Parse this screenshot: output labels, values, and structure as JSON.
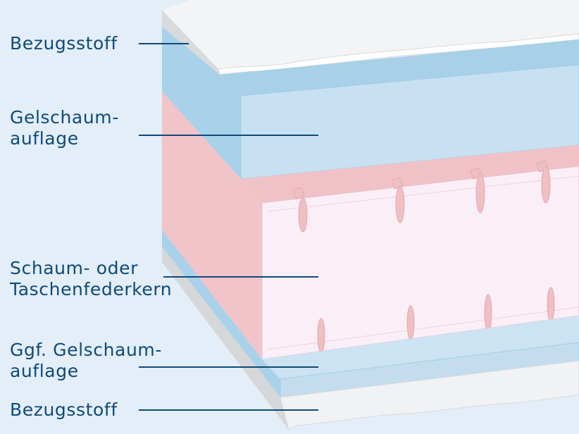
{
  "labels": {
    "cover_top": "Bezugsstoff",
    "gel_top": [
      "Gelschaum-",
      "auflage"
    ],
    "core": [
      "Schaum- oder",
      "Taschenfederkern"
    ],
    "gel_bottom": [
      "Ggf. Gelschaum-",
      "auflage"
    ],
    "cover_bottom": "Bezugsstoff"
  },
  "colors": {
    "background": "#e3eef8",
    "cover": "#f1f2f3",
    "cover_edge": "#d6d7d9",
    "gel_top": "#c8e1f2",
    "gel_side": "#a9d1ea",
    "core_side": "#f1c4c9",
    "core_face": "#fbeff7",
    "spring": "#efbfc3",
    "leader_line": "#0f4a78",
    "text": "#0f4a78"
  }
}
